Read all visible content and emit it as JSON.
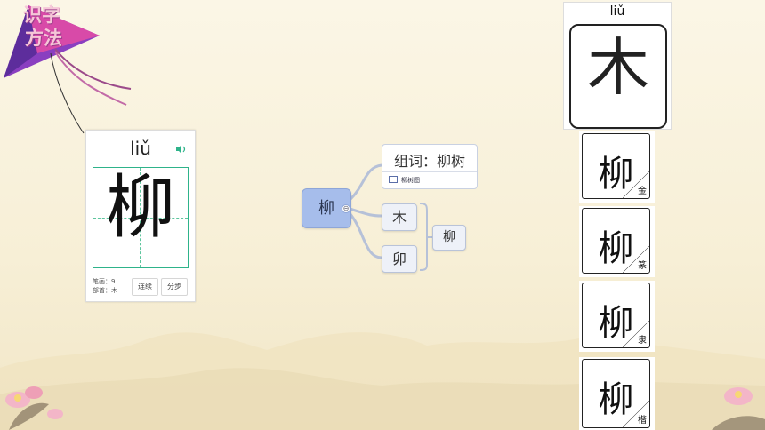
{
  "kite": {
    "line1": "识字",
    "line2": "方法"
  },
  "card": {
    "pinyin": "liǔ",
    "character": "柳",
    "strokes": "笔画：9",
    "radical": "部首：木",
    "btn_continuous": "连续",
    "btn_step": "分步"
  },
  "mindmap": {
    "root": "柳",
    "collapse_symbol": "⊖",
    "words": "组词：柳树",
    "words_link": "柳树图",
    "part1": "木",
    "part2": "卯",
    "result": "柳"
  },
  "evolution": {
    "pinyin": "liǔ",
    "oracle_glyph": "木",
    "stages": [
      {
        "glyph": "柳",
        "label": "金"
      },
      {
        "glyph": "柳",
        "label": "篆"
      },
      {
        "glyph": "柳",
        "label": "隶"
      },
      {
        "glyph": "柳",
        "label": "楷"
      }
    ]
  },
  "colors": {
    "accent_green": "#2eb38a",
    "root_blue": "#a6bdeb"
  }
}
